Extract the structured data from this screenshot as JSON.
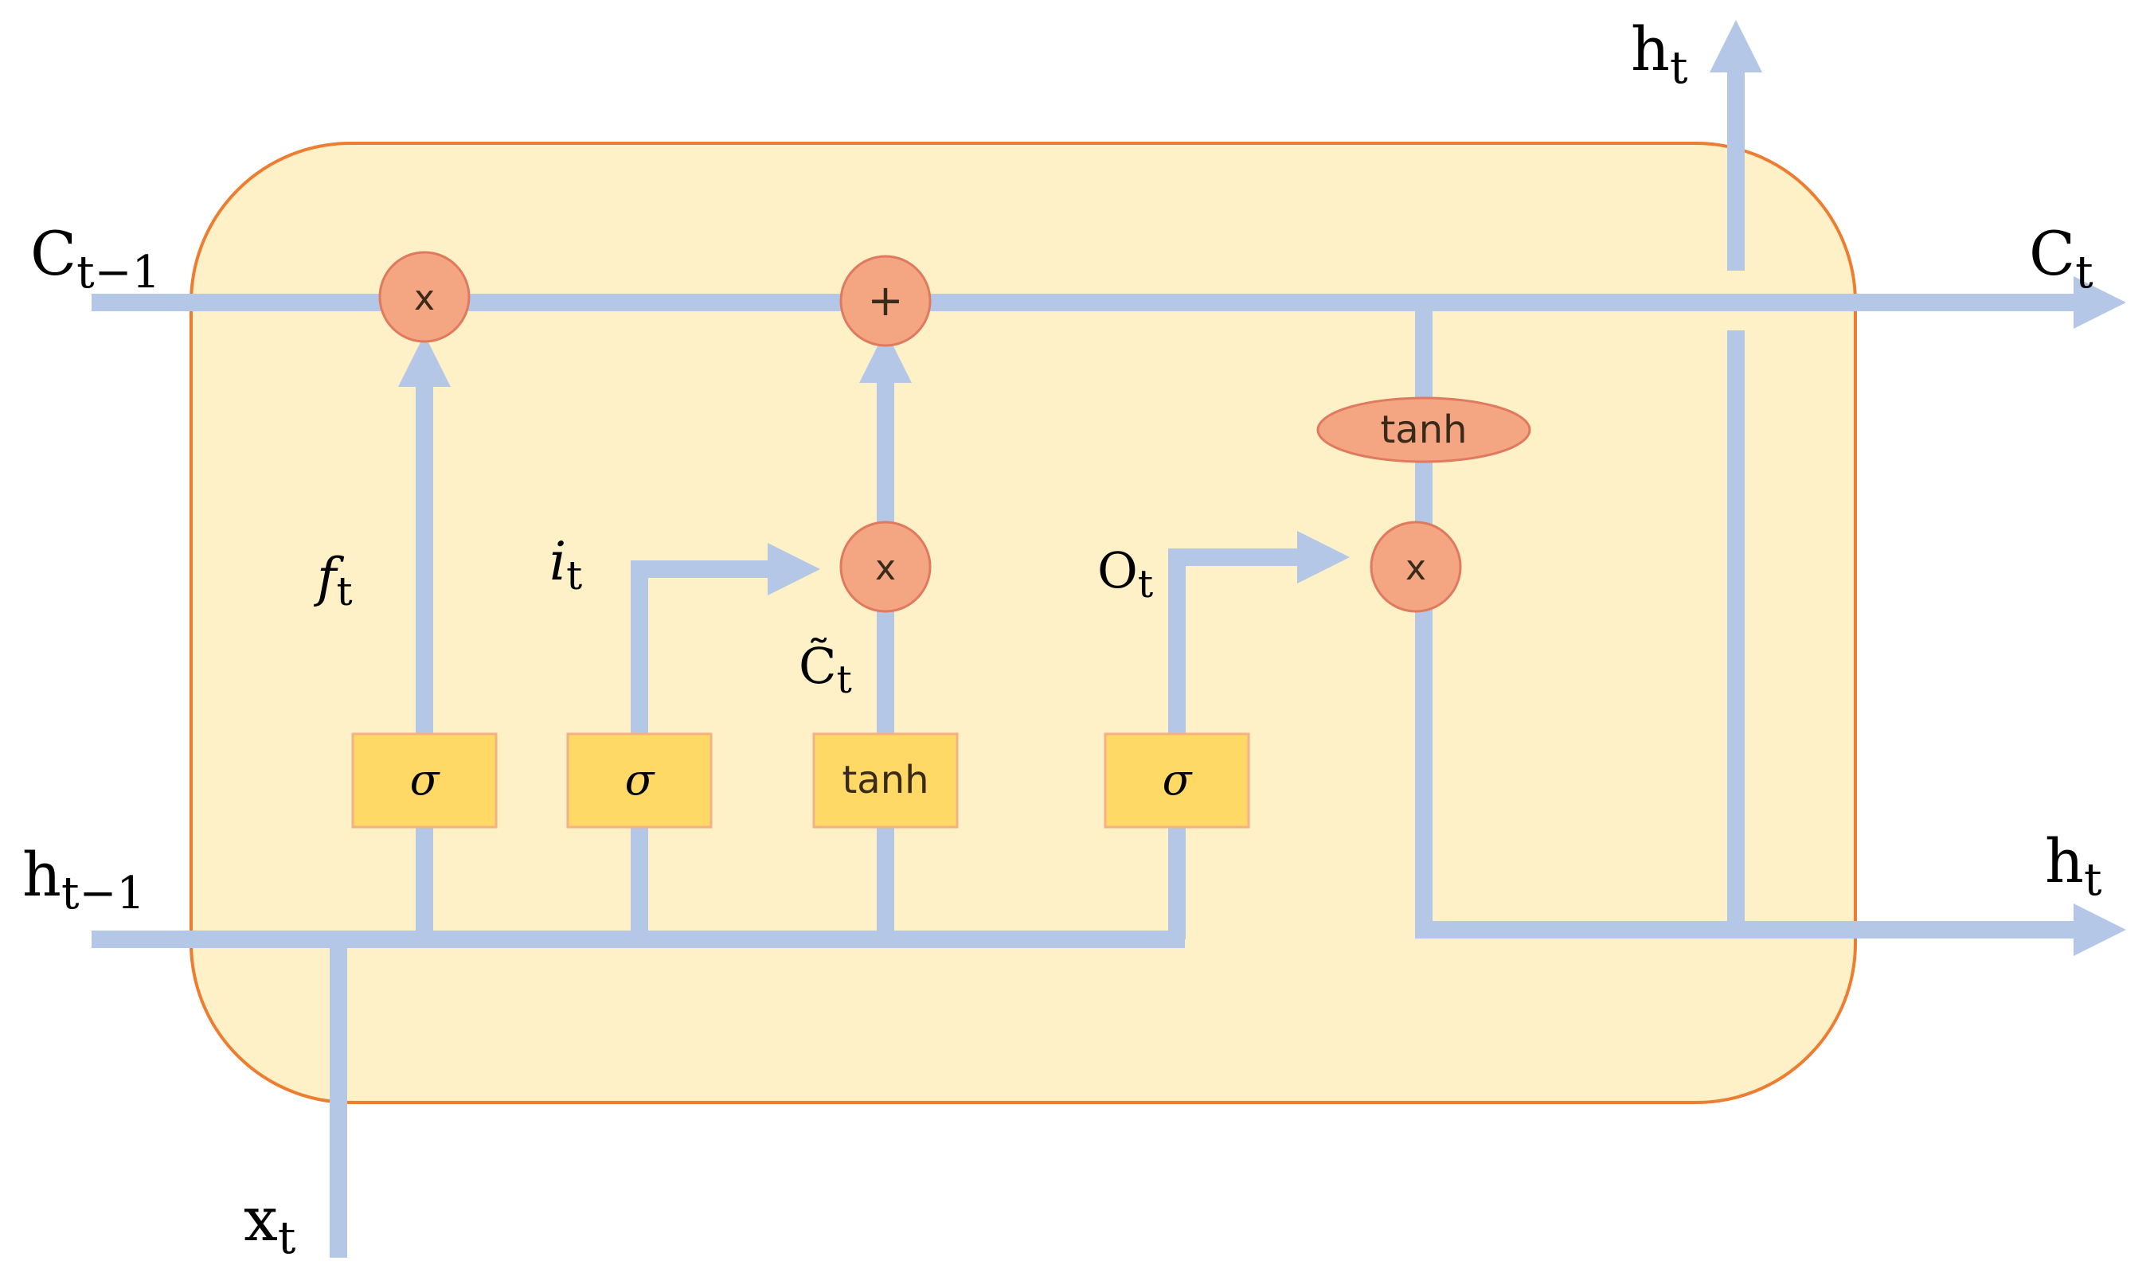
{
  "diagram": {
    "colors": {
      "cell_fill": "#FEF0C7",
      "cell_border": "#ED7D31",
      "line": "#B4C7E7",
      "gate_fill": "#FFD966",
      "gate_border": "#F4B183",
      "op_fill": "#F4A582",
      "op_border": "#E07A5F"
    },
    "labels": {
      "c_prev": {
        "base": "C",
        "sub": "t−1"
      },
      "c_out": {
        "base": "C",
        "sub": "t"
      },
      "h_prev": {
        "base": "h",
        "sub": "t−1"
      },
      "h_out_right": {
        "base": "h",
        "sub": "t"
      },
      "h_out_top": {
        "base": "h",
        "sub": "t"
      },
      "x_in": {
        "base": "x",
        "sub": "t"
      },
      "forget_gate": {
        "base": "f",
        "sub": "t"
      },
      "input_gate": {
        "base": "i",
        "sub": "t"
      },
      "output_gate": {
        "base": "O",
        "sub": "t"
      },
      "candidate": {
        "base": "C̃",
        "sub": "t"
      }
    },
    "gates": {
      "forget": "σ",
      "input": "σ",
      "candidate": "tanh",
      "output": "σ"
    },
    "ops": {
      "forget_mult": "x",
      "cell_add": "+",
      "input_mult": "x",
      "output_mult": "x",
      "cell_tanh": "tanh"
    }
  }
}
